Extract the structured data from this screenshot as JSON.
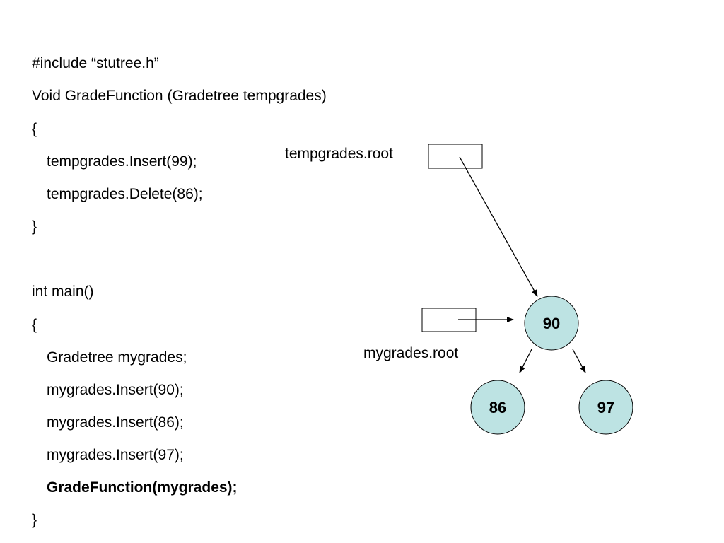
{
  "code": {
    "lines": [
      "#include “stutree.h”",
      "Void GradeFunction (Gradetree tempgrades)",
      "{",
      "tempgrades.Insert(99);",
      "tempgrades.Delete(86);",
      "}",
      "int main()",
      "{",
      "Gradetree mygrades;",
      "mygrades.Insert(90);",
      "mygrades.Insert(86);",
      "mygrades.Insert(97);",
      "GradeFunction(mygrades);",
      "}"
    ]
  },
  "diagram": {
    "tempgrades_root_label": "tempgrades.root",
    "mygrades_root_label": "mygrades.root",
    "nodes": {
      "root": "90",
      "left": "86",
      "right": "97"
    },
    "node_fill": "#bde3e3",
    "node_stroke": "#000000"
  }
}
